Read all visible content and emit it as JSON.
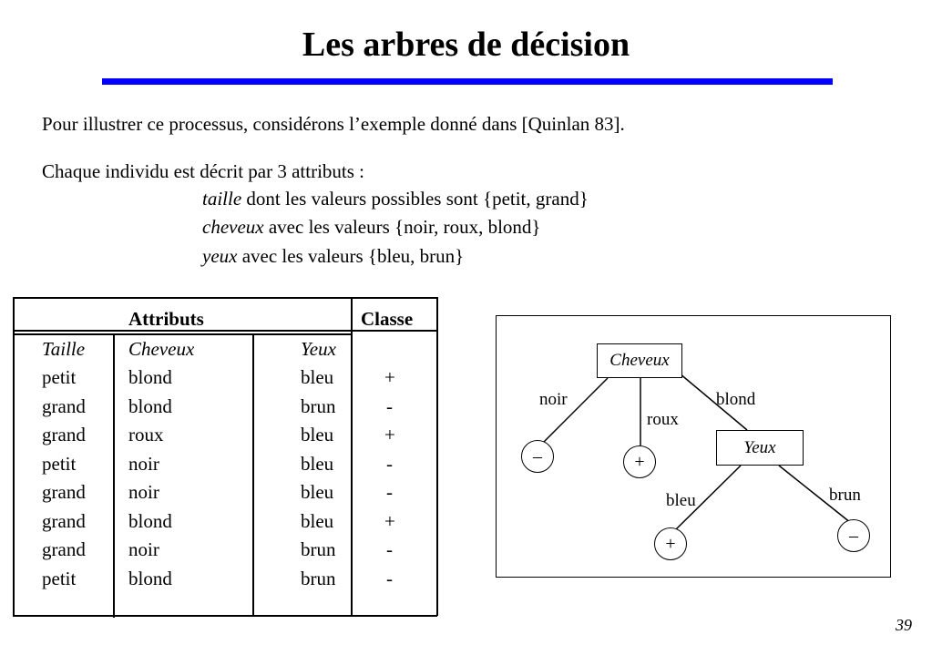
{
  "title": "Les arbres de décision",
  "intro": "Pour illustrer ce processus, considérons l’exemple donné dans [Quinlan 83].",
  "description": "Chaque individu est décrit par 3 attributs :",
  "attributes": [
    {
      "name": "taille",
      "text": " dont les valeurs possibles sont {petit, grand}"
    },
    {
      "name": "cheveux",
      "text": " avec les valeurs {noir, roux, blond}"
    },
    {
      "name": "yeux",
      "text": " avec les valeurs {bleu, brun}"
    }
  ],
  "table": {
    "group_header": "Attributs",
    "class_header": "Classe",
    "columns": [
      "Taille",
      "Cheveux",
      "Yeux"
    ],
    "rows": [
      {
        "taille": "petit",
        "cheveux": "blond",
        "yeux": "bleu",
        "classe": "+"
      },
      {
        "taille": "grand",
        "cheveux": "blond",
        "yeux": "brun",
        "classe": "-"
      },
      {
        "taille": "grand",
        "cheveux": "roux",
        "yeux": "bleu",
        "classe": "+"
      },
      {
        "taille": "petit",
        "cheveux": "noir",
        "yeux": "bleu",
        "classe": "-"
      },
      {
        "taille": "grand",
        "cheveux": "noir",
        "yeux": "bleu",
        "classe": "-"
      },
      {
        "taille": "grand",
        "cheveux": "blond",
        "yeux": "bleu",
        "classe": "+"
      },
      {
        "taille": "grand",
        "cheveux": "noir",
        "yeux": "brun",
        "classe": "-"
      },
      {
        "taille": "petit",
        "cheveux": "blond",
        "yeux": "brun",
        "classe": "-"
      }
    ]
  },
  "tree": {
    "root": "Cheveux",
    "inner": "Yeux",
    "edges": {
      "noir": "noir",
      "roux": "roux",
      "blond": "blond",
      "bleu": "bleu",
      "brun": "brun"
    },
    "leaves": {
      "noir": "–",
      "roux": "+",
      "bleu": "+",
      "brun": "–"
    }
  },
  "page_number": "39",
  "colors": {
    "accent": "#0000ff"
  }
}
